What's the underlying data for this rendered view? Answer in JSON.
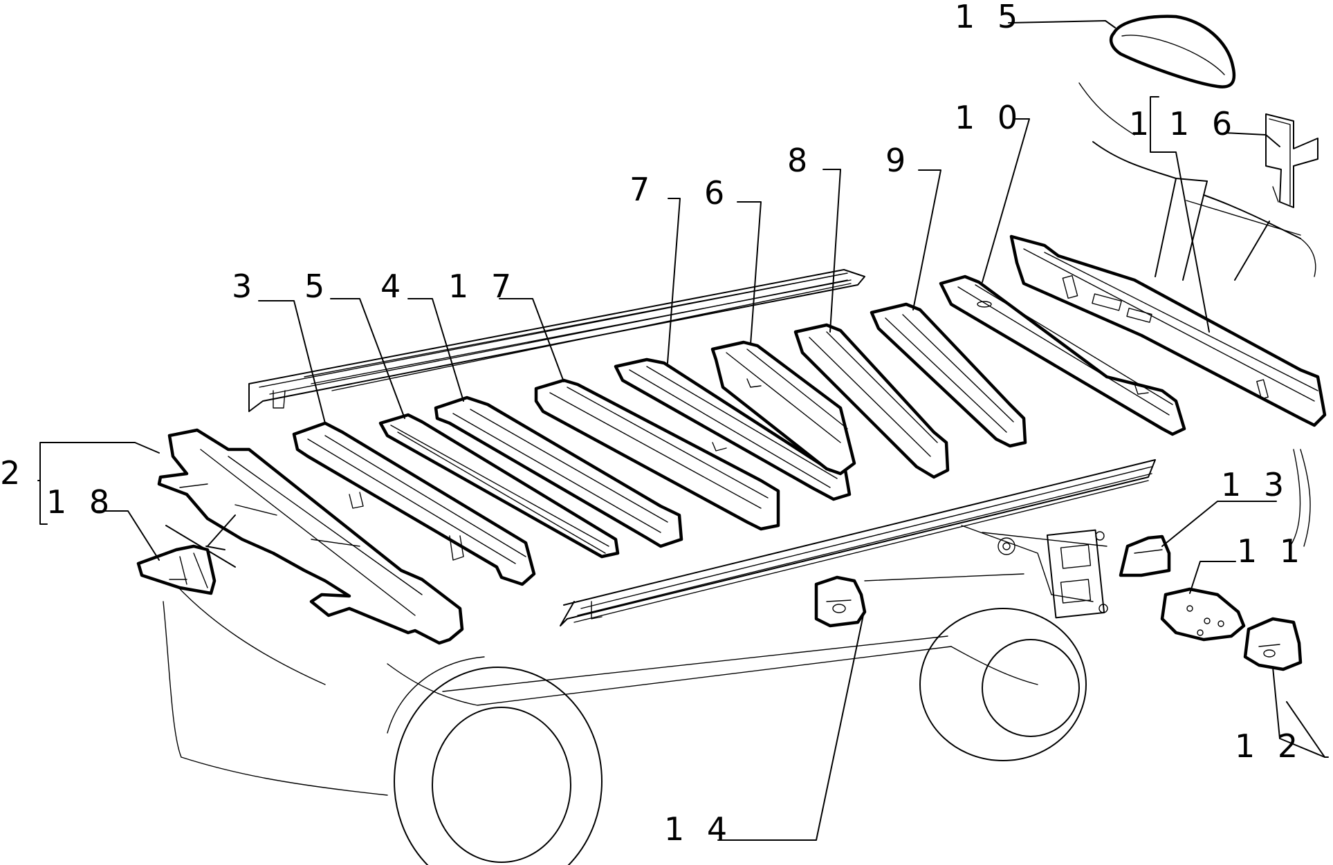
{
  "callouts": [
    {
      "id": "15",
      "label": "1 5"
    },
    {
      "id": "10",
      "label": "1 0"
    },
    {
      "id": "1",
      "label": "1"
    },
    {
      "id": "16",
      "label": "1 6"
    },
    {
      "id": "8",
      "label": "8"
    },
    {
      "id": "9",
      "label": "9"
    },
    {
      "id": "7",
      "label": "7"
    },
    {
      "id": "6",
      "label": "6"
    },
    {
      "id": "3",
      "label": "3"
    },
    {
      "id": "5",
      "label": "5"
    },
    {
      "id": "4",
      "label": "4"
    },
    {
      "id": "17",
      "label": "1 7"
    },
    {
      "id": "2",
      "label": "2"
    },
    {
      "id": "18",
      "label": "1 8"
    },
    {
      "id": "13",
      "label": "1 3"
    },
    {
      "id": "11",
      "label": "1 1"
    },
    {
      "id": "12",
      "label": "1 2"
    },
    {
      "id": "14",
      "label": "1 4"
    }
  ]
}
